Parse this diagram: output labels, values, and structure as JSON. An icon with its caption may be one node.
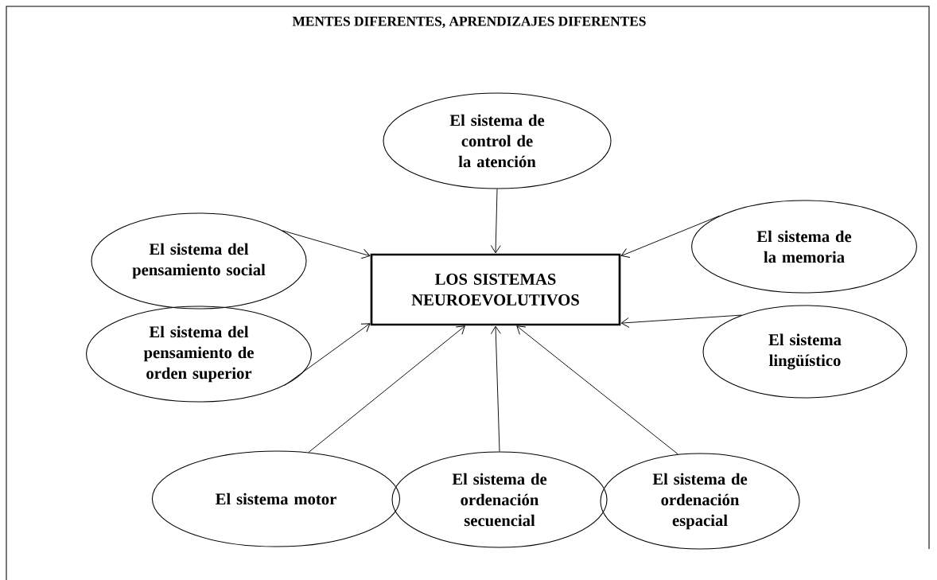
{
  "diagram": {
    "title": "MENTES DIFERENTES, APRENDIZAJES DIFERENTES",
    "nodes": [
      {
        "text": [
          "LOS SISTEMAS NEUROEVOLUTIVOS"
        ]
      },
      {
        "text": [
          "El sistema de control de la atención"
        ]
      },
      {
        "text": [
          "El sistema del pensamiento social"
        ]
      },
      {
        "text": [
          "El sistema de la memoria"
        ]
      },
      {
        "text": [
          "El sistema del pensamiento de orden superior"
        ]
      },
      {
        "text": [
          "El sistema lingüístico"
        ]
      },
      {
        "text": [
          "El sistema motor"
        ]
      },
      {
        "text": [
          "El sistema de ordenación secuencial"
        ]
      },
      {
        "text": [
          "El sistema de ordenación espacial"
        ]
      }
    ],
    "edges": [
      {
        "from": 1,
        "to": 0,
        "arrow": "to"
      },
      {
        "from": 2,
        "to": 0,
        "arrow": "to"
      },
      {
        "from": 3,
        "to": 0,
        "arrow": "to"
      },
      {
        "from": 4,
        "to": 0,
        "arrow": "to"
      },
      {
        "from": 5,
        "to": 0,
        "arrow": "to"
      },
      {
        "from": 6,
        "to": 0,
        "arrow": "to"
      },
      {
        "from": 7,
        "to": 0,
        "arrow": "to"
      },
      {
        "from": 8,
        "to": 0,
        "arrow": "to"
      }
    ]
  }
}
